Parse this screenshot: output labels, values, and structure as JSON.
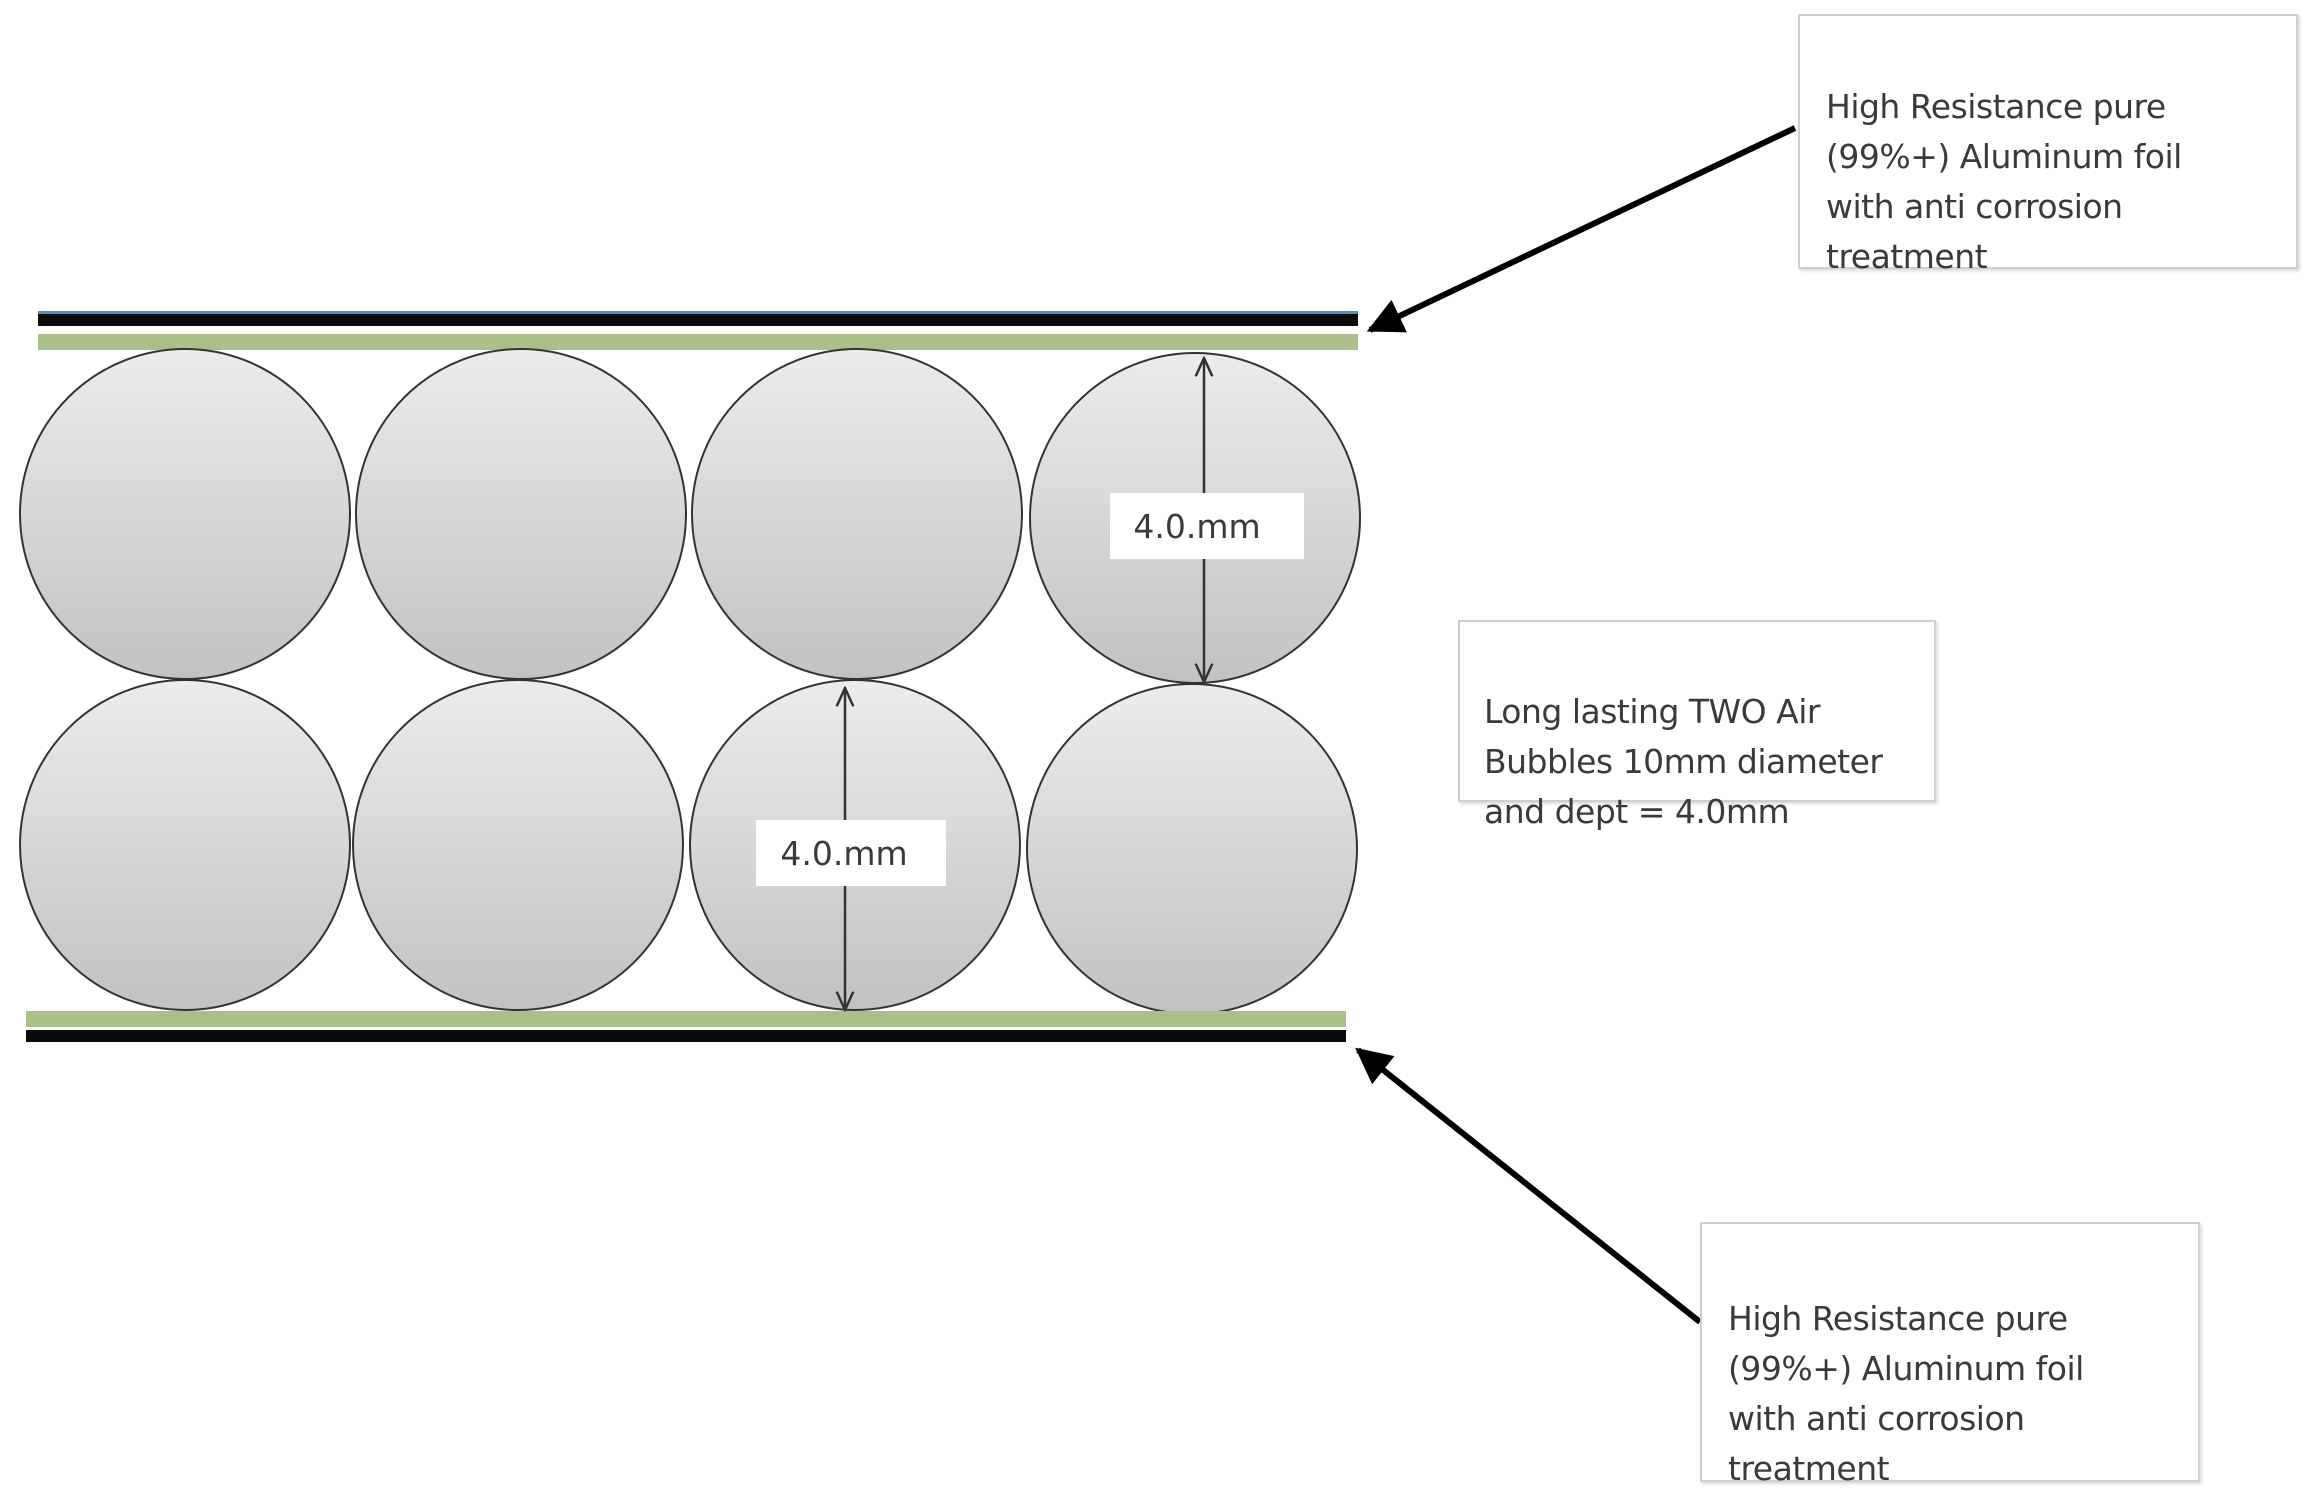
{
  "callouts": {
    "top": "High Resistance pure\n(99%+) Aluminum foil\nwith anti corrosion\ntreatment",
    "middle": "Long lasting TWO Air\nBubbles 10mm diameter\nand dept = 4.0mm",
    "bottom": "High Resistance pure\n(99%+) Aluminum foil\nwith anti corrosion\ntreatment"
  },
  "dimensions": {
    "upper": "4.0.mm",
    "lower": "4.0.mm"
  },
  "colors": {
    "foil_dark": "#0a0a0a",
    "foil_blue_edge": "#4a8fc4",
    "foil_green": "#a9c08a",
    "bubble_top": "#ececec",
    "bubble_bottom": "#c2c2c2",
    "bubble_outline": "#333333"
  }
}
